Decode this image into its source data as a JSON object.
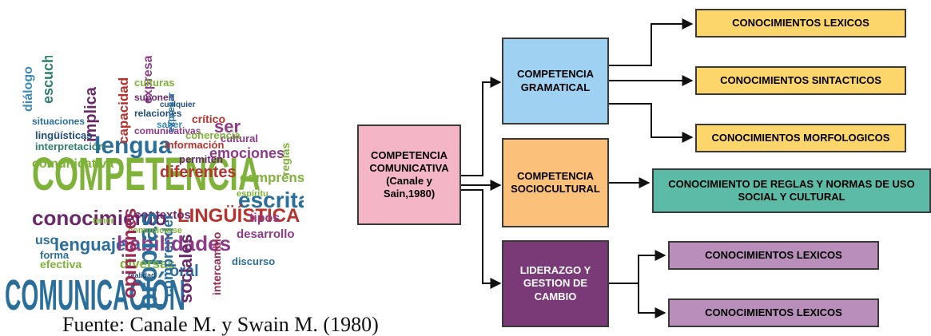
{
  "colors": {
    "root": "#f4b6c6",
    "gramatical": "#9ed1f2",
    "sociocultural": "#fbc07a",
    "liderazgo": "#7a3a78",
    "leaf_yellow": "#fcd56b",
    "leaf_teal": "#5bbba6",
    "leaf_purple": "#b98ebb"
  },
  "word_cloud": {
    "words": [
      "COMPETENCIA",
      "COMUNICACIÓN",
      "lengua",
      "conocimiento",
      "lenguaje",
      "habilidades",
      "escrita",
      "LINGÜÍSTICA",
      "diferentes",
      "emociones",
      "comunicativa",
      "contextos",
      "tipos",
      "comprensión",
      "expresar",
      "capacidad",
      "implica",
      "situaciones",
      "culturas",
      "propias",
      "oral",
      "diversas",
      "efectiva",
      "uso",
      "forma",
      "sociales",
      "desarrollo",
      "información",
      "interpretación",
      "cultural",
      "relaciones",
      "cualquier",
      "saber",
      "discurso",
      "comprender",
      "suponen",
      "lingüísticas",
      "espíritu",
      "reglas",
      "permiten",
      "diálogo",
      "comunicarse",
      "realidad",
      "tener",
      "intercambio",
      "comunicativas",
      "crítico",
      "opiniones",
      "expresar",
      "ser",
      "coherencia",
      "escuchar"
    ]
  },
  "diagram": {
    "root": "COMPETENCIA\nCOMUNICATIVA\n(Canale y\nSain,1980)",
    "gramatical": "COMPETENCIA\nGRAMATICAL",
    "sociocultural": "COMPETENCIA\nSOCIOCULTURAL",
    "liderazgo": "LIDERAZGO Y\nGESTION DE\nCAMBIO",
    "g_leaf_1": "CONOCIMIENTOS LEXICOS",
    "g_leaf_2": "CONOCIMIENTOS SINTACTICOS",
    "g_leaf_3": "CONOCIMIENTOS MORFOLOGICOS",
    "s_leaf_1": "CONOCIMIENTO DE REGLAS Y NORMAS DE USO\nSOCIAL Y CULTURAL",
    "l_leaf_1": "CONOCIMIENTOS LEXICOS",
    "l_leaf_2": "CONOCIMIENTOS LEXICOS"
  },
  "caption": "Fuente: Canale M. y Swain M. (1980)"
}
